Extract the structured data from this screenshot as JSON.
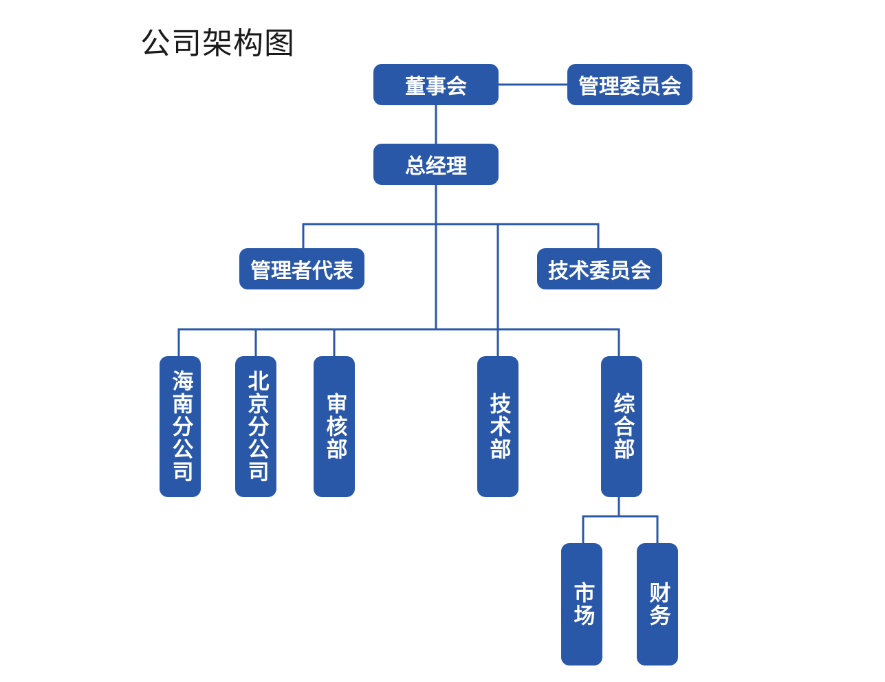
{
  "title": "公司架构图",
  "colors": {
    "node_fill": "#2a58a8",
    "node_text": "#ffffff",
    "connector": "#2a58a8",
    "title_text": "#1a1a1a"
  },
  "nodes": {
    "board": "董事会",
    "management_committee": "管理委员会",
    "general_manager": "总经理",
    "management_representative": "管理者代表",
    "technical_committee": "技术委员会",
    "hainan_branch": "海南分公司",
    "beijing_branch": "北京分公司",
    "audit_department": "审核部",
    "technology_department": "技术部",
    "general_department": "综合部",
    "marketing": "市场",
    "finance": "财务"
  }
}
